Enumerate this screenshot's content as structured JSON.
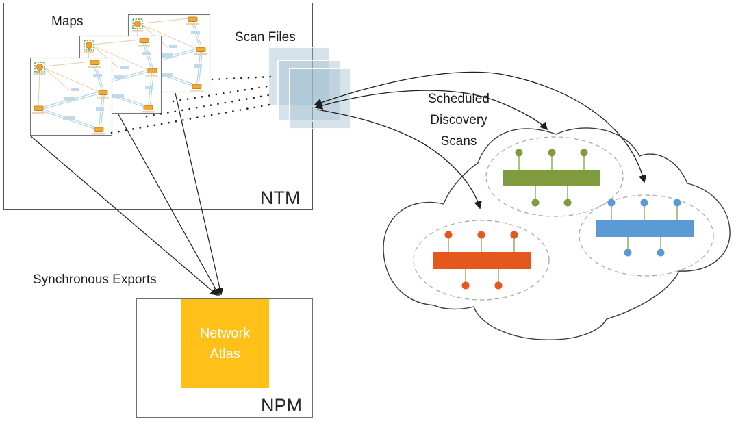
{
  "diagram": {
    "ntm": {
      "label": "NTM",
      "maps_label": "Maps",
      "scan_files_label": "Scan Files",
      "map_count": 3,
      "scan_file_count": 3
    },
    "npm": {
      "label": "NPM",
      "network_atlas_label": "Network\nAtlas"
    },
    "annotations": {
      "synchronous_exports": "Synchronous Exports",
      "scheduled_discovery_scans": "Scheduled\nDiscovery\nScans"
    },
    "cloud_networks": [
      {
        "name": "green network",
        "color": "#7E9B3D"
      },
      {
        "name": "orange network",
        "color": "#E4571D"
      },
      {
        "name": "blue network",
        "color": "#5B9BD5"
      }
    ],
    "colors": {
      "network_atlas_bg": "#FFC01A",
      "network_atlas_text": "#FFFFFF",
      "scan_file_square": "#9FBCCE",
      "port_stem_green": "#94B75E",
      "arrow": "#1F1F1F",
      "ellipse_dash": "#ABABAB",
      "map_node_orange": "#F6A833"
    }
  }
}
